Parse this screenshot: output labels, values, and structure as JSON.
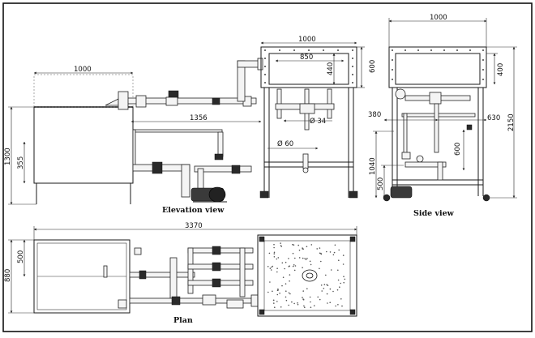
{
  "views": {
    "elevation": "Elevation view",
    "side": "Side view",
    "plan": "Plan"
  },
  "dims": {
    "tank_width": "1000",
    "tank_height": "1300",
    "tank_level": "355",
    "pipe_run": "1356",
    "top_box_width": "1000",
    "top_box_inner": "850",
    "top_box_h_440": "440",
    "top_box_h_600": "600",
    "dia_34": "Ø 34",
    "dia_60": "Ø 60",
    "side_width": "1000",
    "side_400": "400",
    "side_380": "380",
    "side_630": "630",
    "side_600": "600",
    "side_total": "2150",
    "side_1040": "1040",
    "side_500": "500",
    "plan_total": "3370",
    "plan_500": "500",
    "plan_880": "880"
  }
}
